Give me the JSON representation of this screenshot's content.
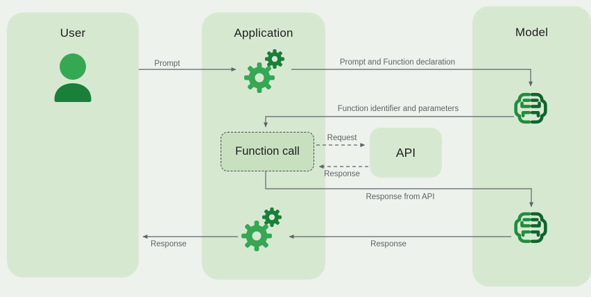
{
  "lanes": [
    {
      "id": "user",
      "title": "User",
      "icon": "person-icon"
    },
    {
      "id": "application",
      "title": "Application",
      "icon": "gears-icon"
    },
    {
      "id": "model",
      "title": "Model",
      "icon": "model-brain-icon"
    }
  ],
  "nodes": {
    "function_call": {
      "label": "Function call"
    },
    "api": {
      "label": "API"
    }
  },
  "edges": [
    {
      "id": "prompt",
      "from": "user",
      "to": "application",
      "label": "Prompt",
      "style": "solid"
    },
    {
      "id": "prompt-and-function-declaration",
      "from": "application",
      "to": "model",
      "label": "Prompt and Function declaration",
      "style": "solid"
    },
    {
      "id": "function-identifier-and-parameters",
      "from": "model",
      "to": "function_call",
      "label": "Function identifier and parameters",
      "style": "solid"
    },
    {
      "id": "request",
      "from": "function_call",
      "to": "api",
      "label": "Request",
      "style": "dashed"
    },
    {
      "id": "api-response",
      "from": "api",
      "to": "function_call",
      "label": "Response",
      "style": "dashed"
    },
    {
      "id": "response-from-api",
      "from": "function_call",
      "to": "model",
      "label": "Response from API",
      "style": "solid"
    },
    {
      "id": "model-response",
      "from": "model",
      "to": "application",
      "label": "Response",
      "style": "solid"
    },
    {
      "id": "final-response",
      "from": "application",
      "to": "user",
      "label": "Response",
      "style": "solid"
    }
  ],
  "colors": {
    "background": "#edf2ec",
    "lane_fill": "#d7e8d1",
    "function_call_fill": "#c8e0c0",
    "api_fill": "#d7e8d1",
    "icon_green": "#34a853",
    "icon_green_dark": "#188038",
    "icon_green_darkest": "#0d652d",
    "arrow": "#5f6368",
    "edge_label_text": "#5f6368",
    "title_text": "#1f1f1f"
  }
}
